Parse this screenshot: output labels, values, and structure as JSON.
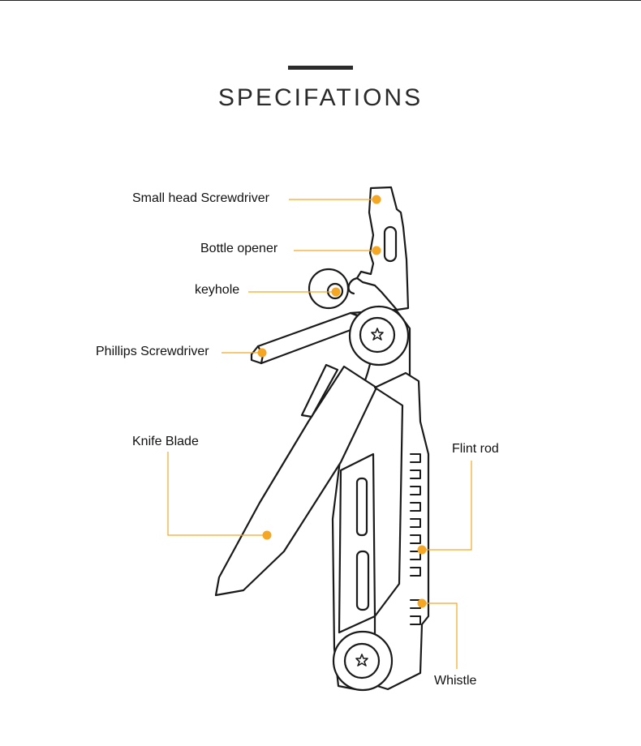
{
  "title": "SPECIFATIONS",
  "accent_color": "#f5a623",
  "outline_color": "#1a1a1a",
  "callouts": [
    {
      "id": "small-head-screwdriver",
      "label": "Small head Screwdriver"
    },
    {
      "id": "bottle-opener",
      "label": "Bottle opener"
    },
    {
      "id": "keyhole",
      "label": "keyhole"
    },
    {
      "id": "phillips-screwdriver",
      "label": "Phillips Screwdriver"
    },
    {
      "id": "knife-blade",
      "label": "Knife Blade"
    },
    {
      "id": "flint-rod",
      "label": "Flint rod"
    },
    {
      "id": "whistle",
      "label": "Whistle"
    }
  ]
}
